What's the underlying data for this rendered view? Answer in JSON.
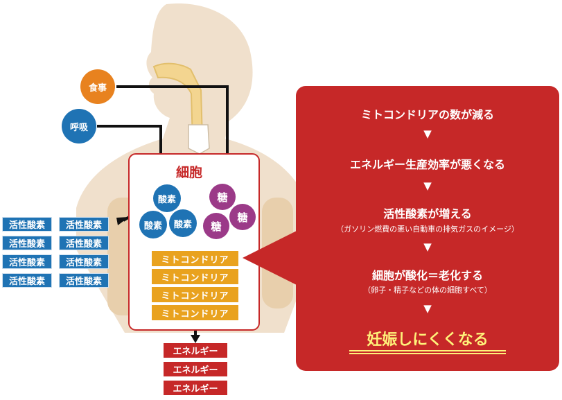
{
  "inputs": {
    "meal": "食事",
    "breath": "呼吸"
  },
  "cell": {
    "title": "細胞",
    "oxygen": [
      "酸素",
      "酸素",
      "酸素"
    ],
    "sugar": [
      "糖",
      "糖",
      "糖"
    ],
    "mitochondria": [
      "ミトコンドリア",
      "ミトコンドリア",
      "ミトコンドリア",
      "ミトコンドリア"
    ]
  },
  "ros": [
    "活性酸素",
    "活性酸素",
    "活性酸素",
    "活性酸素",
    "活性酸素",
    "活性酸素",
    "活性酸素",
    "活性酸素"
  ],
  "energy": [
    "エネルギー",
    "エネルギー",
    "エネルギー"
  ],
  "panel": {
    "step1": "ミトコンドリアの数が減る",
    "step2": "エネルギー生産効率が悪くなる",
    "step3": "活性酸素が増える",
    "step3_note": "（ガソリン燃費の悪い自動車の排気ガスのイメージ）",
    "step4": "細胞が酸化＝老化する",
    "step4_note": "（卵子・精子などの体の細胞すべて）",
    "arrow": "▼",
    "result": "妊娠しにくくなる"
  },
  "colors": {
    "red": "#c62828",
    "orange": "#e8821f",
    "blue": "#1f73b4",
    "purple": "#9b3a88",
    "gold": "#e9a21e",
    "yellow": "#fff27a",
    "skin": "#f0e0cc"
  }
}
